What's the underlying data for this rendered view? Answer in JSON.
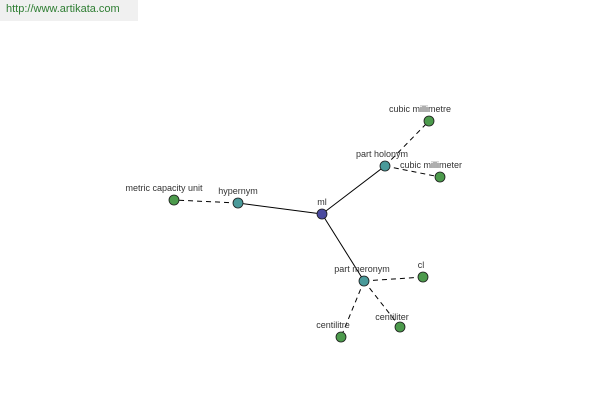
{
  "banner": {
    "url": "http://www.artikata.com"
  },
  "colors": {
    "center": "#4a4aa0",
    "relation": "#4a9a9a",
    "leaf": "#4c9a4c",
    "edge": "#000000",
    "banner_text": "#2e7d32"
  },
  "graph": {
    "center": {
      "id": "ml",
      "label": "ml",
      "kind": "center"
    },
    "relations": [
      {
        "id": "hypernym",
        "label": "hypernym",
        "kind": "relation"
      },
      {
        "id": "part-holonym",
        "label": "part holonym",
        "kind": "relation"
      },
      {
        "id": "part-meronym",
        "label": "part meronym",
        "kind": "relation"
      }
    ],
    "leaves": [
      {
        "id": "metric-capacity-unit",
        "label": "metric capacity unit",
        "relation": "hypernym"
      },
      {
        "id": "cubic-millimetre",
        "label": "cubic millimetre",
        "relation": "part-holonym"
      },
      {
        "id": "cubic-millimeter",
        "label": "cubic millimeter",
        "relation": "part-holonym"
      },
      {
        "id": "cl",
        "label": "cl",
        "relation": "part-meronym"
      },
      {
        "id": "centiliter",
        "label": "centiliter",
        "relation": "part-meronym"
      },
      {
        "id": "centilitre",
        "label": "centilitre",
        "relation": "part-meronym"
      }
    ]
  }
}
